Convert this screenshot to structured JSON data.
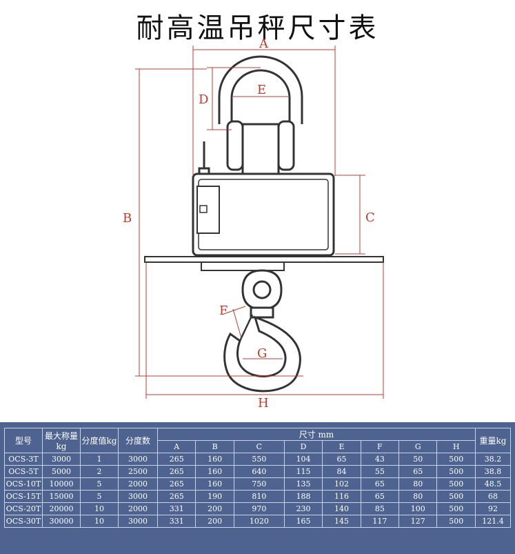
{
  "title": "耐高温吊秤尺寸表",
  "diagram": {
    "labels": {
      "A": "A",
      "B": "B",
      "C": "C",
      "D": "D",
      "E": "E",
      "F": "F",
      "G": "G",
      "H": "H"
    }
  },
  "table": {
    "headers": {
      "model": "型号",
      "max_capacity": "最大称量kg",
      "division": "分度值kg",
      "divisions": "分度数",
      "dimensions": "尺寸 mm",
      "weight": "重量kg"
    },
    "dim_columns": [
      "A",
      "B",
      "C",
      "D",
      "E",
      "F",
      "G",
      "H"
    ],
    "rows": [
      {
        "model": "OCS-3T",
        "max": "3000",
        "div": "1",
        "count": "3000",
        "dims": [
          "265",
          "160",
          "550",
          "104",
          "65",
          "43",
          "50",
          "500"
        ],
        "weight": "38.2"
      },
      {
        "model": "OCS-5T",
        "max": "5000",
        "div": "2",
        "count": "2500",
        "dims": [
          "265",
          "160",
          "640",
          "115",
          "84",
          "55",
          "65",
          "500"
        ],
        "weight": "38.8"
      },
      {
        "model": "OCS-10T",
        "max": "10000",
        "div": "5",
        "count": "2000",
        "dims": [
          "265",
          "160",
          "750",
          "135",
          "102",
          "65",
          "80",
          "500"
        ],
        "weight": "48.5"
      },
      {
        "model": "OCS-15T",
        "max": "15000",
        "div": "5",
        "count": "3000",
        "dims": [
          "265",
          "190",
          "810",
          "188",
          "116",
          "65",
          "80",
          "500"
        ],
        "weight": "68"
      },
      {
        "model": "OCS-20T",
        "max": "20000",
        "div": "10",
        "count": "2000",
        "dims": [
          "331",
          "200",
          "970",
          "230",
          "140",
          "85",
          "100",
          "500"
        ],
        "weight": "92"
      },
      {
        "model": "OCS-30T",
        "max": "30000",
        "div": "10",
        "count": "3000",
        "dims": [
          "331",
          "200",
          "1020",
          "165",
          "145",
          "117",
          "127",
          "500"
        ],
        "weight": "121.4"
      }
    ]
  }
}
